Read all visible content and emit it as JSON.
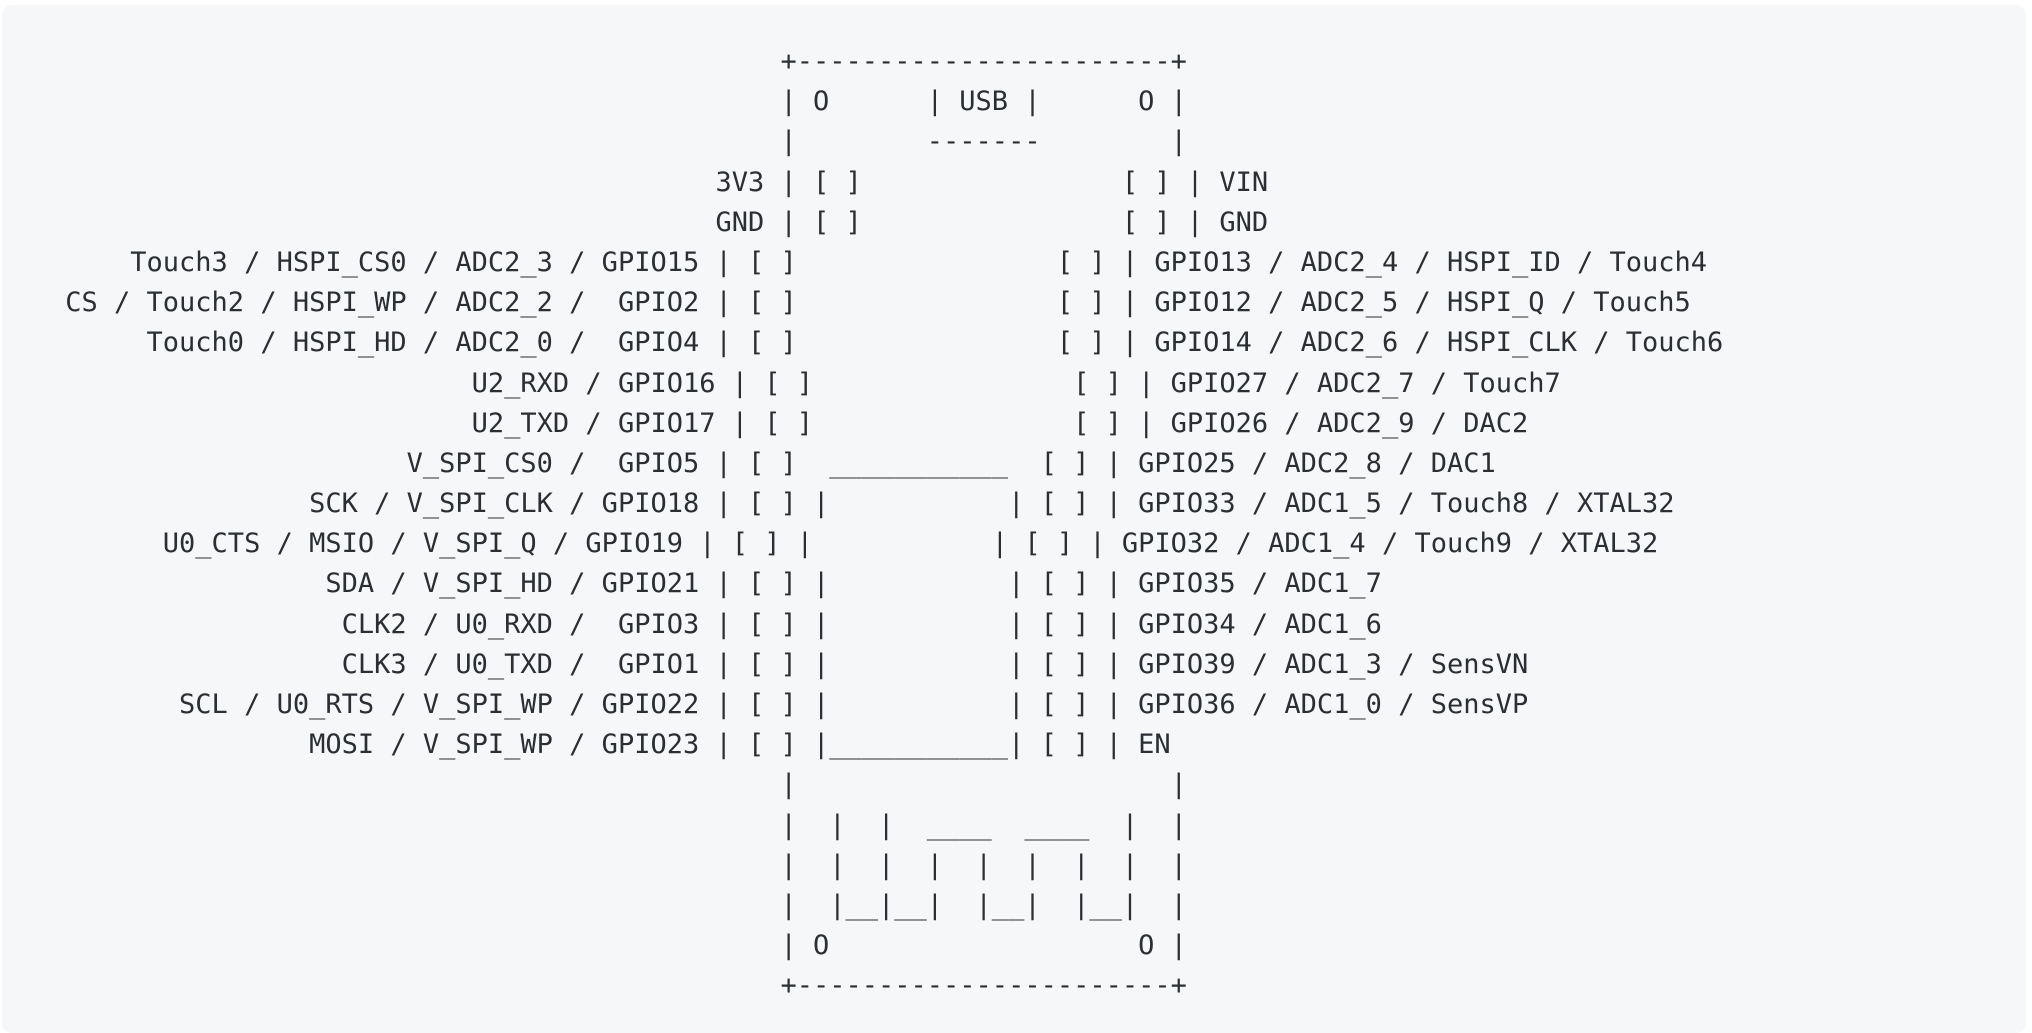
{
  "diagram": {
    "lines": [
      "                                             +-----------------------+",
      "                                             | O      | USB |      O |",
      "                                             |        -------        |",
      "                                         3V3 | [ ]                [ ] | VIN",
      "                                         GND | [ ]                [ ] | GND",
      "     Touch3 / HSPI_CS0 / ADC2_3 / GPIO15 | [ ]                [ ] | GPIO13 / ADC2_4 / HSPI_ID / Touch4",
      " CS / Touch2 / HSPI_WP / ADC2_2 /  GPIO2 | [ ]                [ ] | GPIO12 / ADC2_5 / HSPI_Q / Touch5",
      "      Touch0 / HSPI_HD / ADC2_0 /  GPIO4 | [ ]                [ ] | GPIO14 / ADC2_6 / HSPI_CLK / Touch6",
      "                          U2_RXD / GPIO16 | [ ]                [ ] | GPIO27 / ADC2_7 / Touch7",
      "                          U2_TXD / GPIO17 | [ ]                [ ] | GPIO26 / ADC2_9 / DAC2",
      "                      V_SPI_CS0 /  GPIO5 | [ ]  ___________  [ ] | GPIO25 / ADC2_8 / DAC1",
      "                SCK / V_SPI_CLK / GPIO18 | [ ] |           | [ ] | GPIO33 / ADC1_5 / Touch8 / XTAL32",
      "       U0_CTS / MSIO / V_SPI_Q / GPIO19 | [ ] |           | [ ] | GPIO32 / ADC1_4 / Touch9 / XTAL32",
      "                 SDA / V_SPI_HD / GPIO21 | [ ] |           | [ ] | GPIO35 / ADC1_7",
      "                  CLK2 / U0_RXD /  GPIO3 | [ ] |           | [ ] | GPIO34 / ADC1_6",
      "                  CLK3 / U0_TXD /  GPIO1 | [ ] |           | [ ] | GPIO39 / ADC1_3 / SensVN",
      "        SCL / U0_RTS / V_SPI_WP / GPIO22 | [ ] |           | [ ] | GPIO36 / ADC1_0 / SensVP",
      "                MOSI / V_SPI_WP / GPIO23 | [ ] |___________| [ ] | EN",
      "                                             |                       |",
      "                                             |  |  |  ____  ____  |  |",
      "                                             |  |  |  |  |  |  |  |  |",
      "                                             |  |__|__|  |__|  |__|  |",
      "                                             | O                   O |",
      "                                             +-----------------------+"
    ]
  }
}
